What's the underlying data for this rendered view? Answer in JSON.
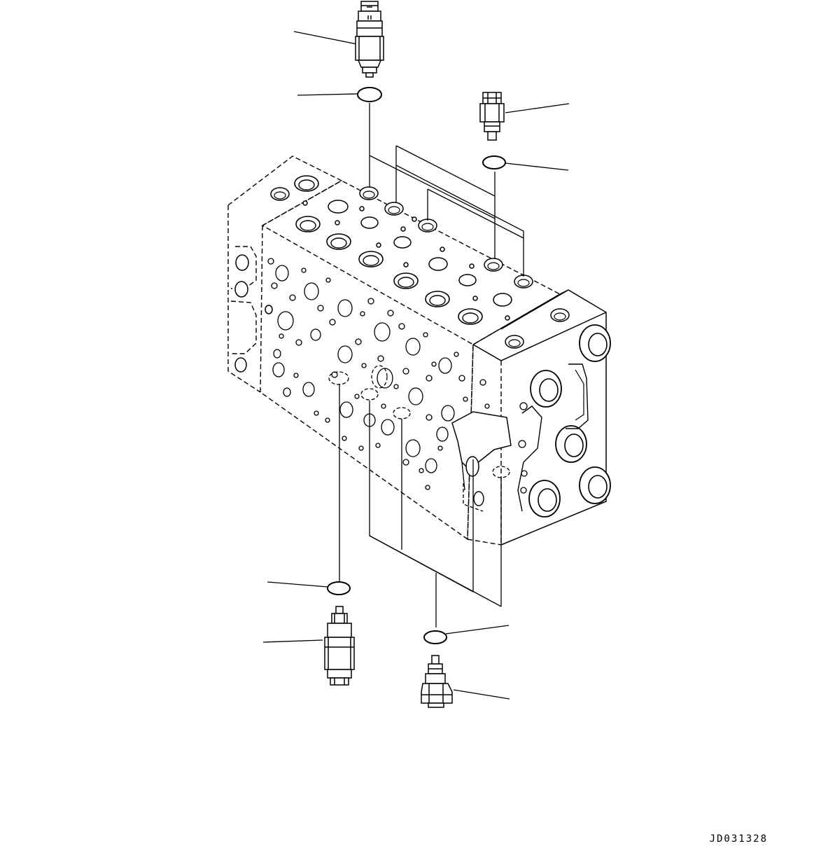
{
  "drawing": {
    "figure_id": "JD031328",
    "colors": {
      "line": "#000000",
      "fill": "#ffffff",
      "shade": "#444444"
    },
    "parts": [
      "relief-valve-top",
      "o-ring-top-left",
      "plug-top-right",
      "o-ring-top-right",
      "control-valve-body",
      "o-ring-bottom-left",
      "relief-valve-bottom-left",
      "o-ring-bottom-right",
      "valve-bottom-right"
    ]
  }
}
